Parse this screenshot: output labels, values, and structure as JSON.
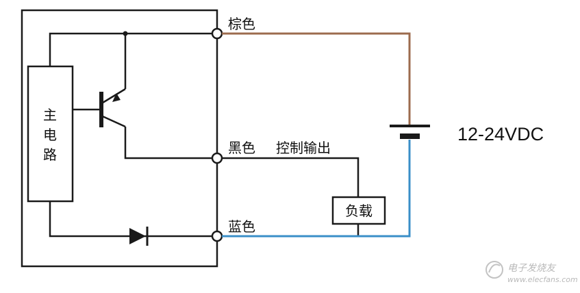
{
  "diagram": {
    "main_circuit_label": [
      "主",
      "电",
      "路"
    ],
    "terminals": {
      "brown": "棕色",
      "black": "黑色",
      "blue": "蓝色"
    },
    "control_output": "控制输出",
    "load": "负载",
    "supply_voltage": "12-24VDC",
    "wire_colors": {
      "brown": "#9c6b4e",
      "blue": "#3a8fc8",
      "black": "#1a1a1a"
    }
  },
  "watermark": {
    "text": "电子发烧友",
    "url": "www.elecfans.com"
  }
}
